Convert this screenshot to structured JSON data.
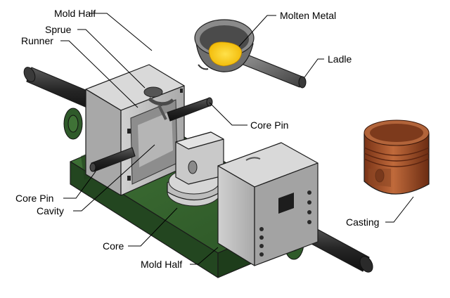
{
  "labels": {
    "mold_half_top": "Mold Half",
    "sprue": "Sprue",
    "runner": "Runner",
    "molten_metal": "Molten Metal",
    "ladle": "Ladle",
    "core_pin_right": "Core Pin",
    "core_pin_left": "Core Pin",
    "cavity": "Cavity",
    "core": "Core",
    "mold_half_bottom": "Mold Half",
    "casting": "Casting"
  },
  "colors": {
    "base_green": "#2f5a2a",
    "mold_grey": "#bdbdbd",
    "rod_dark": "#2b2b2b",
    "metal_yellow": "#f5c400",
    "casting_brown": "#a4532b"
  }
}
